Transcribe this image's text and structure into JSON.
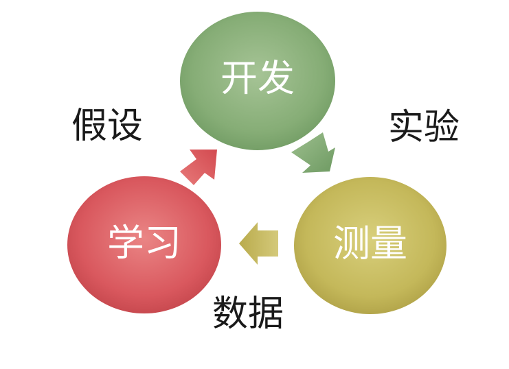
{
  "nodes": {
    "develop": {
      "label": "开发",
      "color": "#86ad76"
    },
    "measure": {
      "label": "测量",
      "color": "#c4b85a"
    },
    "learn": {
      "label": "学习",
      "color": "#d9585e"
    }
  },
  "edges": {
    "develop_to_measure": {
      "label": "实验",
      "color": "#7aa06e"
    },
    "measure_to_learn": {
      "label": "数据",
      "color": "#c6b75a"
    },
    "learn_to_develop": {
      "label": "假设",
      "color": "#da5a5c"
    }
  }
}
